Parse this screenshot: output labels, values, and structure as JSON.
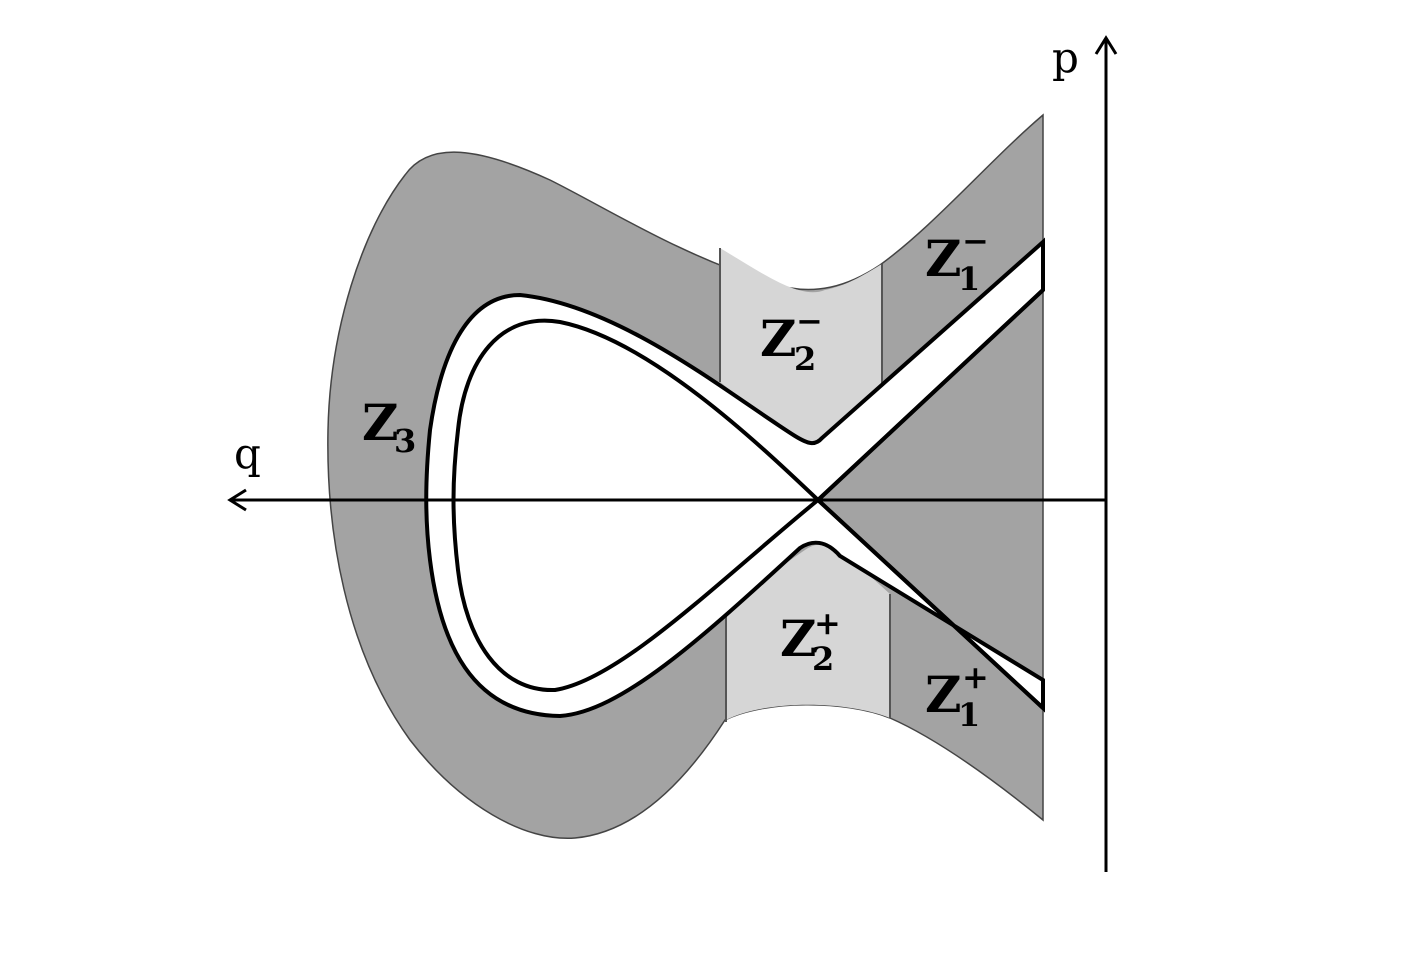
{
  "axes": {
    "horizontal_label": "q",
    "vertical_label": "p"
  },
  "regions": [
    {
      "id": "Z1-minus",
      "base": "Z",
      "subscript": "1",
      "superscript": "−",
      "shade": "dark"
    },
    {
      "id": "Z2-minus",
      "base": "Z",
      "subscript": "2",
      "superscript": "−",
      "shade": "light"
    },
    {
      "id": "Z3",
      "base": "Z",
      "subscript": "3",
      "superscript": "",
      "shade": "dark"
    },
    {
      "id": "Z2-plus",
      "base": "Z",
      "subscript": "2",
      "superscript": "+",
      "shade": "light"
    },
    {
      "id": "Z1-plus",
      "base": "Z",
      "subscript": "1",
      "superscript": "+",
      "shade": "dark"
    }
  ],
  "colors": {
    "dark_region": "#a3a3a3",
    "light_region": "#d6d6d6",
    "stroke": "#000000",
    "background": "#ffffff"
  }
}
